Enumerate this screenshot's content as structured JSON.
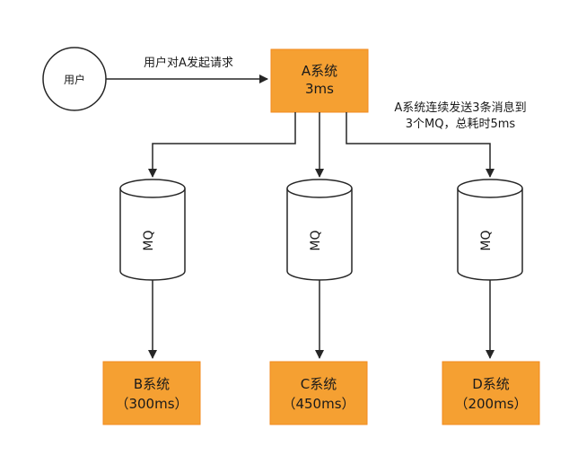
{
  "colors": {
    "box_fill": "#f5a032",
    "box_stroke": "#f28a1e",
    "line": "#262626",
    "cylinder_stroke": "#262626"
  },
  "user": {
    "label": "用户"
  },
  "request": {
    "label": "用户对A发起请求"
  },
  "system_a": {
    "name": "A系统",
    "time": "3ms"
  },
  "note": {
    "line1": "A系统连续发送3条消息到",
    "line2": "3个MQ，总耗时5ms"
  },
  "queues": [
    {
      "label": "MQ"
    },
    {
      "label": "MQ"
    },
    {
      "label": "MQ"
    }
  ],
  "systems": [
    {
      "name": "B系统",
      "time": "（300ms）"
    },
    {
      "name": "C系统",
      "time": "（450ms）"
    },
    {
      "name": "D系统",
      "time": "（200ms）"
    }
  ]
}
